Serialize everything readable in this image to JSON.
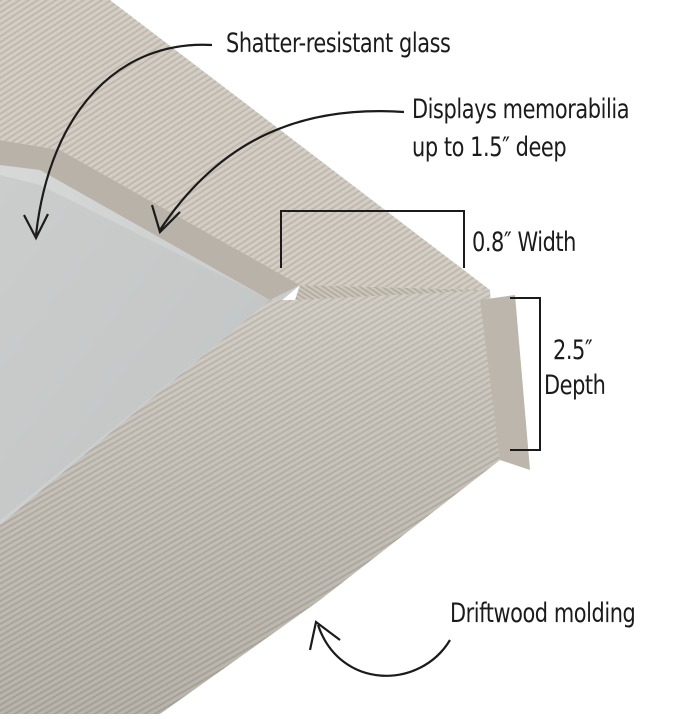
{
  "annotations": {
    "glass": "Shatter-resistant glass",
    "depth_capacity_line1": "Displays memorabilia",
    "depth_capacity_line2": "up to 1.5″ deep",
    "width": "0.8″ Width",
    "depth_line1": "2.5″",
    "depth_line2": "Depth",
    "molding": "Driftwood molding"
  },
  "colors": {
    "frame_light": "#d2cdc4",
    "frame_mid": "#bdb7ad",
    "frame_dark": "#a8a298",
    "glass": "#cfd1d1",
    "text": "#1b1b1b"
  }
}
